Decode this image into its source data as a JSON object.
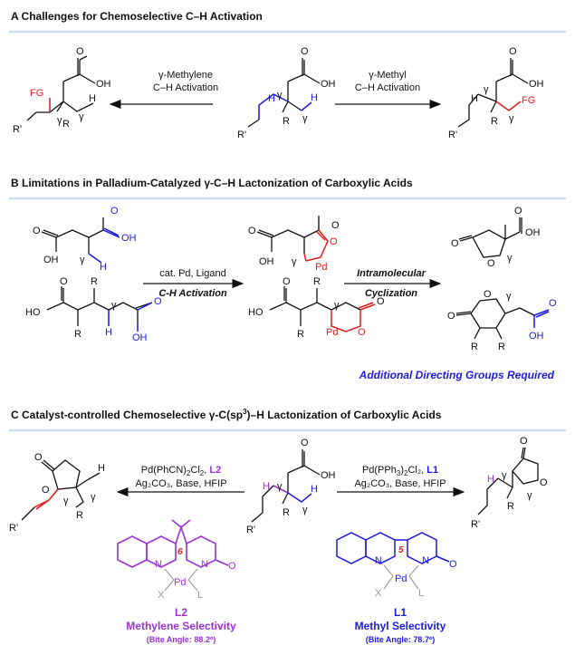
{
  "colors": {
    "blue": "#1a1ae6",
    "red": "#e01b1b",
    "purple": "#9b30d9",
    "rule": "#c9dcf0",
    "grey": "#9a9a9a"
  },
  "sectionA": {
    "title": "A  Challenges for Chemoselective C–H Activation",
    "left_label_1": "γ-Methylene",
    "left_label_2": "C–H Activation",
    "right_label_1": "γ-Methyl",
    "right_label_2": "C–H Activation"
  },
  "sectionB": {
    "title": "B  Limitations in Palladium-Catalyzed γ-C–H Lactonization of Carboxylic Acids",
    "cond_1": "cat. Pd, Ligand",
    "cond_2": "C-H Activation",
    "cond_3": "Intramolecular",
    "cond_4": "Cyclization",
    "note": "Additional Directing Groups Required"
  },
  "sectionC": {
    "title_pre": "C  Catalyst-controlled Chemoselective γ-C(sp",
    "title_sup": "3",
    "title_post": ")–H Lactonization of Carboxylic Acids",
    "left_cond_1_pre": "Pd(PhCN)",
    "left_cond_1_sub": "2",
    "left_cond_1_mid": "Cl",
    "left_cond_1_sub2": "2",
    "left_cond_1_post": ", ",
    "left_cond_1_lig": "L2",
    "left_cond_2": "Ag₂CO₃, Base, HFIP",
    "right_cond_1_pre": "Pd(PPh",
    "right_cond_1_sub": "3",
    "right_cond_1_mid": ")",
    "right_cond_1_sub2": "2",
    "right_cond_1_post": "Cl₂, ",
    "right_cond_1_lig": "L1",
    "right_cond_2": "Ag₂CO₃, Base, HFIP",
    "L2_name": "L2",
    "L2_sel": "Methylene Selectivity",
    "L2_bite": "(Bite Angle: 88.2º)",
    "L1_name": "L1",
    "L1_sel": "Methyl Selectivity",
    "L1_bite": "(Bite Angle: 78.7º)",
    "L2_ring": "6",
    "L1_ring": "5"
  },
  "atoms": {
    "OH": "OH",
    "O": "O",
    "HO": "HO",
    "FG": "FG",
    "H": "H",
    "R": "R",
    "Rp": "R'",
    "gamma": "γ",
    "Pd": "Pd",
    "N": "N",
    "X": "X",
    "L": "L"
  }
}
